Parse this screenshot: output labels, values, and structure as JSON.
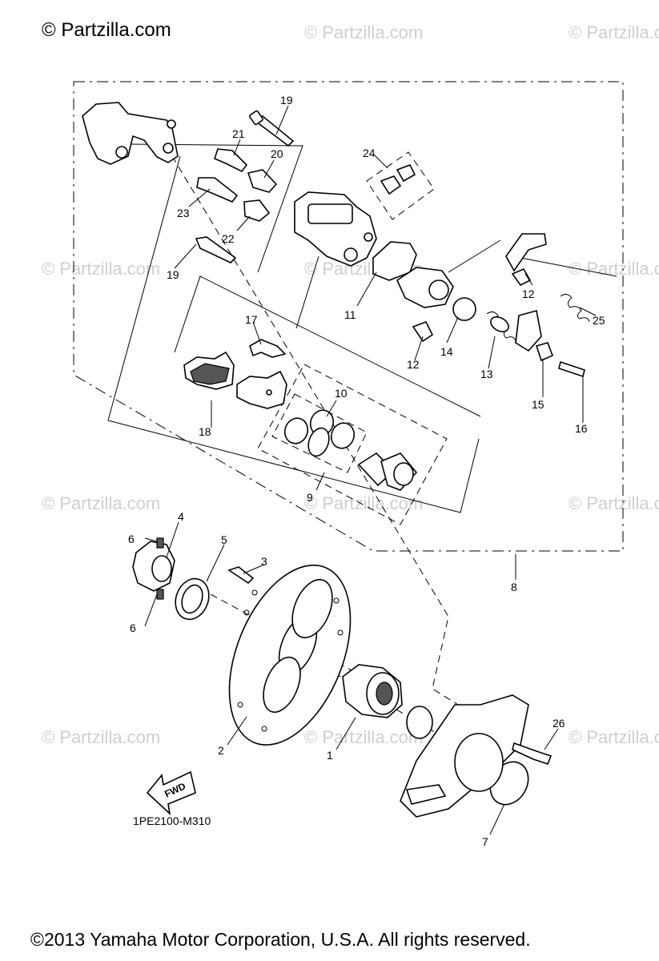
{
  "header": {
    "site": "© Partzilla.com"
  },
  "watermark": "© Partzilla.com",
  "diagram_code": "1PE2100-M310",
  "fwd_label": "FWD",
  "footer": {
    "copyright": "©2013  Yamaha Motor Corporation, U.S.A. All rights reserved."
  },
  "callouts": {
    "c1": "1",
    "c2": "2",
    "c3": "3",
    "c4": "4",
    "c5": "5",
    "c6a": "6",
    "c6b": "6",
    "c7": "7",
    "c8": "8",
    "c9": "9",
    "c10": "10",
    "c11": "11",
    "c12a": "12",
    "c12b": "12",
    "c13": "13",
    "c14": "14",
    "c15": "15",
    "c16": "16",
    "c17": "17",
    "c18": "18",
    "c19a": "19",
    "c19b": "19",
    "c20": "20",
    "c21": "21",
    "c22": "22",
    "c23": "23",
    "c24": "24",
    "c25": "25",
    "c26": "26"
  }
}
